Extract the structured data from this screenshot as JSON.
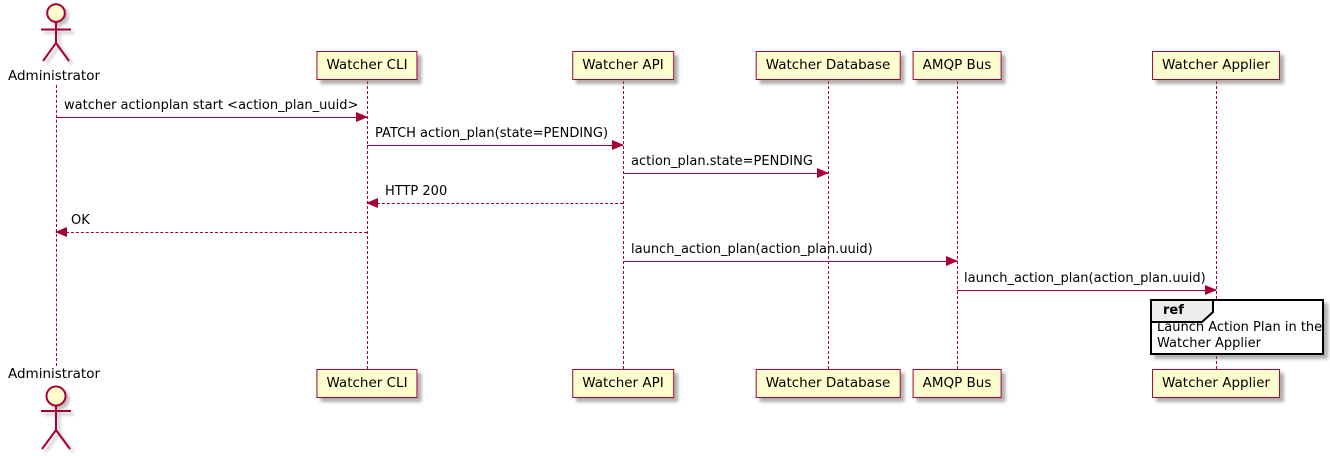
{
  "colors": {
    "accent": "#A80036",
    "participant-fill": "#FEFECE",
    "ref-header-fill": "#EEEEEE",
    "ref-border": "#000000",
    "text": "#000000"
  },
  "actor": {
    "name": "Administrator"
  },
  "participants": [
    {
      "id": "watcher-cli",
      "label": "Watcher CLI"
    },
    {
      "id": "watcher-api",
      "label": "Watcher API"
    },
    {
      "id": "watcher-database",
      "label": "Watcher Database"
    },
    {
      "id": "amqp-bus",
      "label": "AMQP Bus"
    },
    {
      "id": "watcher-applier",
      "label": "Watcher Applier"
    }
  ],
  "messages": [
    {
      "from": "Administrator",
      "to": "Watcher CLI",
      "label": "watcher actionplan start <action_plan_uuid>",
      "line": "solid",
      "direction": "right"
    },
    {
      "from": "Watcher CLI",
      "to": "Watcher API",
      "label": "PATCH action_plan(state=PENDING)",
      "line": "solid",
      "direction": "right"
    },
    {
      "from": "Watcher API",
      "to": "Watcher Database",
      "label": "action_plan.state=PENDING",
      "line": "solid",
      "direction": "right"
    },
    {
      "from": "Watcher API",
      "to": "Watcher CLI",
      "label": "HTTP 200",
      "line": "dashed",
      "direction": "left"
    },
    {
      "from": "Watcher CLI",
      "to": "Administrator",
      "label": "OK",
      "line": "dashed",
      "direction": "left"
    },
    {
      "from": "Watcher API",
      "to": "AMQP Bus",
      "label": "launch_action_plan(action_plan.uuid)",
      "line": "solid",
      "direction": "right"
    },
    {
      "from": "AMQP Bus",
      "to": "Watcher Applier",
      "label": "launch_action_plan(action_plan.uuid)",
      "line": "solid",
      "direction": "right"
    }
  ],
  "ref": {
    "keyword": "ref",
    "line1": "Launch Action Plan in the",
    "line2": "Watcher Applier"
  }
}
